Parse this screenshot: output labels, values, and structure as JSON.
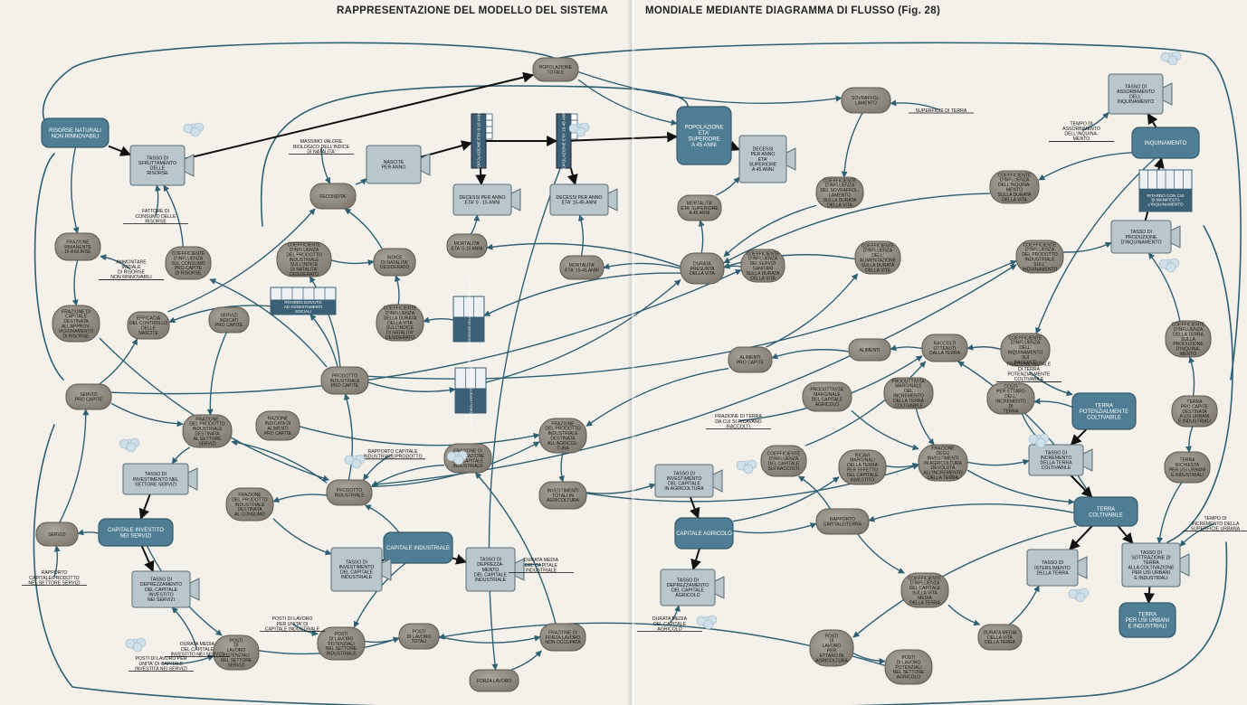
{
  "title_left": "RAPPRESENTAZIONE DEL MODELLO DEL SISTEMA",
  "title_right": "MONDIALE MEDIANTE DIAGRAMMA DI FLUSSO (Fig. 28)",
  "colors": {
    "background": "#f3f1ea",
    "level": "#4f7d93",
    "level_border": "#34596b",
    "aux": "#8f8a80",
    "aux_border": "#5f5a52",
    "rate": "#b9c6cc",
    "flow": "#2f5f73",
    "delay": "#3b5f74",
    "text_dark": "#111111",
    "text_light": "#ffffff"
  },
  "levels": [
    {
      "id": "risorse",
      "label": [
        "RISORSE NATURALI",
        "NON RINNOVABILI"
      ]
    },
    {
      "id": "pop_d",
      "label": [
        "POPOLAZIONE",
        "ETA'",
        "SUPERIORE",
        "A 45 ANNI"
      ]
    },
    {
      "id": "inquinamento",
      "label": [
        "INQUINAMENTO"
      ]
    },
    {
      "id": "terra_pot",
      "label": [
        "TERRA",
        "POTENZIALMENTE",
        "COLTIVABILE"
      ]
    },
    {
      "id": "terra_colt",
      "label": [
        "TERRA",
        "COLTIVABILE"
      ]
    },
    {
      "id": "terra_urb",
      "label": [
        "TERRA",
        "PER USI URBANI",
        "E INDUSTRIALI"
      ]
    },
    {
      "id": "cap_serv",
      "label": [
        "CAPITALE INVESTITO",
        "NEI SERVIZI"
      ]
    },
    {
      "id": "cap_ind",
      "label": [
        "CAPITALE INDUSTRIALE"
      ]
    },
    {
      "id": "cap_agr",
      "label": [
        "CAPITALE AGRICOLO"
      ]
    }
  ],
  "aux": [
    {
      "id": "pop_tot",
      "label": [
        "POPOLAZIONE",
        "TOTALE"
      ]
    },
    {
      "id": "sovraff",
      "label": [
        "SOVRAFFOL-",
        "LAMENTO"
      ]
    },
    {
      "id": "fecondita",
      "label": [
        "FECONDITA'"
      ]
    },
    {
      "id": "coef_sovr",
      "label": [
        "COEFFICIENTE",
        "D'INFLUENZA",
        "DEL SOVRAFFOL-",
        "LAMENTO",
        "SULLA DURATA",
        "DELLA VITA"
      ]
    },
    {
      "id": "coef_inq_vita",
      "label": [
        "COEFFICIENTE",
        "D'INFLUENZA",
        "DELL'INQUINA-",
        "MENTO",
        "SULLA DURATA",
        "DELLA VITA"
      ]
    },
    {
      "id": "mort_d",
      "label": [
        "MORTALITA'",
        "ETA' SUPERIORE",
        "A 45 ANNI"
      ]
    },
    {
      "id": "coef_prod_nat",
      "label": [
        "COEFFICIENTE",
        "D'INFLUENZA",
        "DEL PRODOTTO",
        "INDUSTRIALE",
        "SULL'INDICE",
        "DI NATALITA'",
        "DESIDERATO"
      ]
    },
    {
      "id": "indice_nat",
      "label": [
        "INDICE",
        "DI NATALITA'",
        "DESIDERATO"
      ]
    },
    {
      "id": "mort_a",
      "label": [
        "MORTALITA'",
        "ETA' 0-15 ANNI"
      ]
    },
    {
      "id": "mort_b",
      "label": [
        "MORTALITA'",
        "ETA' 15-45 ANNI"
      ]
    },
    {
      "id": "durata_vita",
      "label": [
        "DURATA",
        "PRESUNTA",
        "DELLA VITA"
      ]
    },
    {
      "id": "coef_alim_vita",
      "label": [
        "COEFFICIENTE",
        "D'INFLUENZA",
        "DELL'",
        "ALIMENTAZIONE",
        "SULLA DURATA",
        "DELLA VITA"
      ]
    },
    {
      "id": "coef_serv_vita",
      "label": [
        "COEFFICIENTE",
        "D'INFLUENZA",
        "DEI SERVIZI",
        "SANITARI",
        "SULLA DURATA",
        "DELLA VITA"
      ]
    },
    {
      "id": "coef_prod_inq",
      "label": [
        "COEFFICIENTE",
        "D'INFLUENZA",
        "DEL PRODOTTO",
        "INDUSTRIALE",
        "SULL'",
        "INQUINAMENTO"
      ]
    },
    {
      "id": "fraz_rim",
      "label": [
        "FRAZIONE",
        "RIMANENTE",
        "DI RISORSE"
      ]
    },
    {
      "id": "coef_cons",
      "label": [
        "COEFFICIENTE",
        "D'INFLUENZA",
        "SUL CONSUMO",
        "PRO CAPITE",
        "DI RISORSE"
      ]
    },
    {
      "id": "fraz_cap_risorse",
      "label": [
        "FRAZIONE DI",
        "CAPITALE",
        "DESTINATA",
        "ALL'APPROV-",
        "VIGIONAMENTO",
        "DI RISORSE"
      ]
    },
    {
      "id": "efficacia",
      "label": [
        "EFFICACIA",
        "DEL CONTROLLO",
        "DELLE",
        "NASCITE"
      ]
    },
    {
      "id": "servizi_ind",
      "label": [
        "SERVIZI",
        "INDICATI",
        "PRO CAPITE"
      ]
    },
    {
      "id": "coef_vita_nat",
      "label": [
        "COEFFICIENTE",
        "D'INFLUENZA",
        "DELLA DURATA",
        "DELLA VITA",
        "SULL'INDICE",
        "DI NATALITA'",
        "DESIDERATO"
      ]
    },
    {
      "id": "prod_ind_pc",
      "label": [
        "PRODOTTO",
        "INDUSTRIALE",
        "PRO CAPITE"
      ]
    },
    {
      "id": "alimenti_pc",
      "label": [
        "ALIMENTI",
        "PRO CAPITE"
      ]
    },
    {
      "id": "alimenti",
      "label": [
        "ALIMENTI"
      ]
    },
    {
      "id": "raccolti",
      "label": [
        "RACCOLTI",
        "OTTENUTI",
        "DALLA TERRA"
      ]
    },
    {
      "id": "coef_inq_racc",
      "label": [
        "COEFFICIENTE",
        "D'INFLUENZA",
        "DELL'",
        "INQUINAMENTO",
        "SUI",
        "RACCOLTI"
      ]
    },
    {
      "id": "coef_terra_inq",
      "label": [
        "COEFFICIENTE",
        "D'INFLUENZA",
        "DELLA TERRA",
        "SULLA",
        "PRODUZIONE",
        "D'INQUINA-",
        "MENTO"
      ]
    },
    {
      "id": "servizi_pc",
      "label": [
        "SERVIZI",
        "PRO CAPITE"
      ]
    },
    {
      "id": "fraz_prod_serv",
      "label": [
        "FRAZIONE",
        "DEL PRODOTTO",
        "INDUSTRIALE",
        "DESTINATA",
        "AL SETTORE",
        "SERVIZI"
      ]
    },
    {
      "id": "razione",
      "label": [
        "RAZIONE",
        "INDICATA DI",
        "ALIMENTI",
        "PRO CAPITE"
      ]
    },
    {
      "id": "fraz_prod_agr",
      "label": [
        "FRAZIONE",
        "DEL PRODOTTO",
        "INDUSTRIALE",
        "DESTINATA",
        "ALL'AGRICOL-",
        "TURA"
      ]
    },
    {
      "id": "produttivita",
      "label": [
        "PRODUTTIVITA'",
        "MARGINALE",
        "DEL CAPITALE",
        "AGRICOLO"
      ]
    },
    {
      "id": "prod_terra",
      "label": [
        "PRODUTTIVITA'",
        "MARGINALE",
        "DEL",
        "INCREMENTO",
        "DELLA TERRA",
        "COLTIVABILE"
      ]
    },
    {
      "id": "costi_ettaro",
      "label": [
        "COSTI",
        "PER ETTARO",
        "DELL'",
        "INCREMENTO",
        "DI",
        "TERRA"
      ]
    },
    {
      "id": "terra_pc",
      "label": [
        "TERRA",
        "PRO CAPITE",
        "DESTINATA",
        "A USI URBANI",
        "E INDUSTRIALI"
      ]
    },
    {
      "id": "fraz_util",
      "label": [
        "FRAZIONE DI",
        "UTILIZZAZIONE",
        "DEL CAPITALE",
        "INDUSTRIALE"
      ]
    },
    {
      "id": "coef_cap_racc",
      "label": [
        "COEFFICIENTE",
        "D'INFLUENZA",
        "DEL CAPITALE",
        "SUI RACCOLTI"
      ]
    },
    {
      "id": "ricavi",
      "label": [
        "RICAVI",
        "MARGINALI",
        "DELLA TERRA",
        "PER EFFETTO",
        "DEL CAPITALE",
        "INVESTITO"
      ]
    },
    {
      "id": "fraz_invest",
      "label": [
        "FRAZIONE",
        "DEGLI",
        "INVESTIMENTI",
        "IN AGRICOLTURA",
        "DEVOLUTA",
        "ALL'INCREMENTO",
        "DELLA TERRA"
      ]
    },
    {
      "id": "terra_rich",
      "label": [
        "TERRA",
        "RICHIESTA",
        "PER USI URBANI",
        "E INDUSTRIALI"
      ]
    },
    {
      "id": "fraz_cons",
      "label": [
        "FRAZIONE",
        "DEL PRODOTTO",
        "INDUSTRIALE",
        "DESTINATA",
        "AL CONSUMO"
      ]
    },
    {
      "id": "prodotto_ind",
      "label": [
        "PRODOTTO",
        "INDUSTRIALE"
      ]
    },
    {
      "id": "invest_agr",
      "label": [
        "INVESTIMENTI",
        "TOTALI IN",
        "AGRICOLTURA"
      ]
    },
    {
      "id": "servizi",
      "label": [
        "SERVIZI"
      ]
    },
    {
      "id": "rapporto_terra",
      "label": [
        "RAPPORTO",
        "CAPITALE/TERRA"
      ]
    },
    {
      "id": "coef_cap_vita",
      "label": [
        "COEFFICIENTE",
        "D'INFLUENZA",
        "DEL CAPITALE",
        "SULLA VITA",
        "MEDIA",
        "DELLA TERRA"
      ]
    },
    {
      "id": "durata_terra",
      "label": [
        "DURATA MEDIA",
        "DELLA VITA",
        "DELLA TERRA"
      ]
    },
    {
      "id": "posti_serv",
      "label": [
        "POSTI",
        "DI",
        "LAVORO",
        "POTENZIALI",
        "NEL SETTORE",
        "SERVIZI"
      ]
    },
    {
      "id": "posti_ind",
      "label": [
        "POSTI",
        "DI LAVORO",
        "POTENZIALI",
        "NEL SETTORE",
        "INDUSTRIALE"
      ]
    },
    {
      "id": "posti_tot",
      "label": [
        "POSTI",
        "DI LAVORO",
        "TOTALI"
      ]
    },
    {
      "id": "fraz_forza",
      "label": [
        "FRAZIONE DI",
        "FORZA LAVORO",
        "NON OCCUPATA"
      ]
    },
    {
      "id": "posti_ettaro",
      "label": [
        "POSTI",
        "DI",
        "LAVORO",
        "PER",
        "ETTARO IN",
        "AGRICOLTURA"
      ]
    },
    {
      "id": "posti_agr",
      "label": [
        "POSTI",
        "DI LAVORO",
        "POTENZIALI",
        "NEL SETTORE",
        "AGRICOLO"
      ]
    },
    {
      "id": "forza_lavoro",
      "label": [
        "FORZA LAVORO"
      ]
    }
  ],
  "rates": [
    {
      "id": "tasso_sfrutt",
      "label": [
        "TASSO DI",
        "SFRUTTAMENTO",
        "DELLE",
        "RISORSE"
      ]
    },
    {
      "id": "nascite",
      "label": [
        "NASCITE",
        "PER ANNO"
      ]
    },
    {
      "id": "decessi_a",
      "label": [
        "DECESSI PER ANNO",
        "ETA' 0 - 15 ANNI"
      ]
    },
    {
      "id": "decessi_b",
      "label": [
        "DECESSI PER ANNO",
        "ETA' 15-45 ANNI"
      ]
    },
    {
      "id": "decessi_d",
      "label": [
        "DECESSI",
        "PER ANNO",
        "ETA'",
        "SUPERIORE",
        "A 45 ANNI"
      ]
    },
    {
      "id": "tasso_ass_inq",
      "label": [
        "TASSO DI",
        "ASSORBIMENTO",
        "DELL'",
        "INQUINAMENTO"
      ]
    },
    {
      "id": "tasso_prod_inq",
      "label": [
        "TASSO DI",
        "PRODUZIONE",
        "D'INQUINAMENTO"
      ]
    },
    {
      "id": "tasso_inv_serv",
      "label": [
        "TASSO DI",
        "INVESTIMENTO NEL",
        "SETTORE SERVIZI"
      ]
    },
    {
      "id": "tasso_dep_serv",
      "label": [
        "TASSO DI",
        "DEPREZZAMENTO",
        "DEL CAPITALE",
        "INVESTITO",
        "NEI SERVIZI"
      ]
    },
    {
      "id": "tasso_inv_ind",
      "label": [
        "TASSO DI",
        "INVESTIMENTO",
        "DEL CAPITALE",
        "INDUSTRIALE"
      ]
    },
    {
      "id": "tasso_dep_ind",
      "label": [
        "TASSO DI",
        "DEPREZZA-",
        "MENTO",
        "DEL CAPITALE",
        "INDUSTRIALE"
      ]
    },
    {
      "id": "tasso_inv_agr",
      "label": [
        "TASSO DI",
        "INVESTIMENTO",
        "DEL CAPITALE",
        "IN AGRICOLTURA"
      ]
    },
    {
      "id": "tasso_dep_agr",
      "label": [
        "TASSO DI",
        "DEPREZZAMENTO",
        "DEL CAPITALE",
        "AGRICOLO"
      ]
    },
    {
      "id": "tasso_incr",
      "label": [
        "TASSO DI",
        "INCREMENTO",
        "DELLA TERRA",
        "COLTIVABILE"
      ]
    },
    {
      "id": "tasso_ister",
      "label": [
        "TASSO DI",
        "ISTERILIMENTO",
        "DELLA TERRA"
      ]
    },
    {
      "id": "tasso_sott",
      "label": [
        "TASSO DI",
        "SOTTRAZIONE DI",
        "TERRA",
        "ALLA COLTIVAZIONE",
        "PER USI URBANI",
        "E INDUSTRIALI"
      ]
    }
  ],
  "pop_levels": [
    {
      "id": "pop_a",
      "label": "POPOLAZIONE ETA' 0-15 ANNI"
    },
    {
      "id": "pop_b",
      "label": "POPOLAZIONE ETA' 15-45 ANNI"
    }
  ],
  "delays": [
    {
      "id": "ritardo_ass",
      "label": [
        "RITARDO DOVUTO",
        "AD ASSESTAMENTI",
        "SOCIALI"
      ]
    },
    {
      "id": "ritardo_inq",
      "label": [
        "RITARDO CON CUI",
        "SI MANIFESTA",
        "L'INQUINAMENTO"
      ]
    },
    {
      "id": "ritardo_perc",
      "label": "RITARDO DI PERCEZIONE DELLA DURATA DELLA VITA"
    },
    {
      "id": "ritardo_eff",
      "label": "RITARDO DEGLI EFFETTI DEL REDDITO"
    }
  ],
  "constants": [
    {
      "id": "c_sup",
      "label": [
        "SUPERFICIE DI TERRA"
      ]
    },
    {
      "id": "c_massimo",
      "label": [
        "MASSIMO VALORE",
        "BIOLOGICO DELL'INDICE",
        "DI NATALITA'"
      ]
    },
    {
      "id": "c_fattore",
      "label": [
        "FATTORE DI",
        "CONSUMO DELLE",
        "RISORSE"
      ]
    },
    {
      "id": "c_ammontare",
      "label": [
        "AMMONTARE",
        "INIZIALE",
        "DI RISORSE",
        "NON RINNOVABILI"
      ]
    },
    {
      "id": "c_tempo_ass",
      "label": [
        "TEMPO DI",
        "ASSORBIMENTO",
        "DELL'INQUINA-",
        "MENTO"
      ]
    },
    {
      "id": "c_fraz_iniz",
      "label": [
        "FRAZIONE INIZIALE",
        "DI TERRA",
        "POTENZIALMENTE",
        "COLTIVABILE"
      ]
    },
    {
      "id": "c_fraz_terra",
      "label": [
        "FRAZIONE DI TERRA",
        "DA CUI SI RICAVANO",
        "RACCOLTI"
      ]
    },
    {
      "id": "c_rapp_ind",
      "label": [
        "RAPPORTO CAPITALE",
        "INDUSTRIALE/PRODOTTO"
      ]
    },
    {
      "id": "c_tempo_urb",
      "label": [
        "TEMPO DI",
        "INCREMENTO DELLA",
        "SUPERFICIE URBANA"
      ]
    },
    {
      "id": "c_rapp_serv",
      "label": [
        "RAPPORTO",
        "CAPITALE/PRODOTTO",
        "NEL SETTORE SERVIZI"
      ]
    },
    {
      "id": "c_durata_ind",
      "label": [
        "DURATA MEDIA",
        "DEL CAPITALE",
        "INDUSTRIALE"
      ]
    },
    {
      "id": "c_durata_serv",
      "label": [
        "DURATA MEDIA",
        "DEL CAPITALE",
        "INVESTITO NEI SERVIZI"
      ]
    },
    {
      "id": "c_durata_agr",
      "label": [
        "DURATA MEDIA",
        "DEL CAPITALE",
        "AGRICOLO"
      ]
    },
    {
      "id": "c_posti_ind",
      "label": [
        "POSTI DI LAVORO",
        "PER UNITA' DI",
        "CAPITALE INDUSTRIALE"
      ]
    },
    {
      "id": "c_posti_serv",
      "label": [
        "POSTI DI LAVORO PER",
        "UNITA' DI CAPITALE",
        "INVESTITA NEI SERVIZI"
      ]
    }
  ]
}
